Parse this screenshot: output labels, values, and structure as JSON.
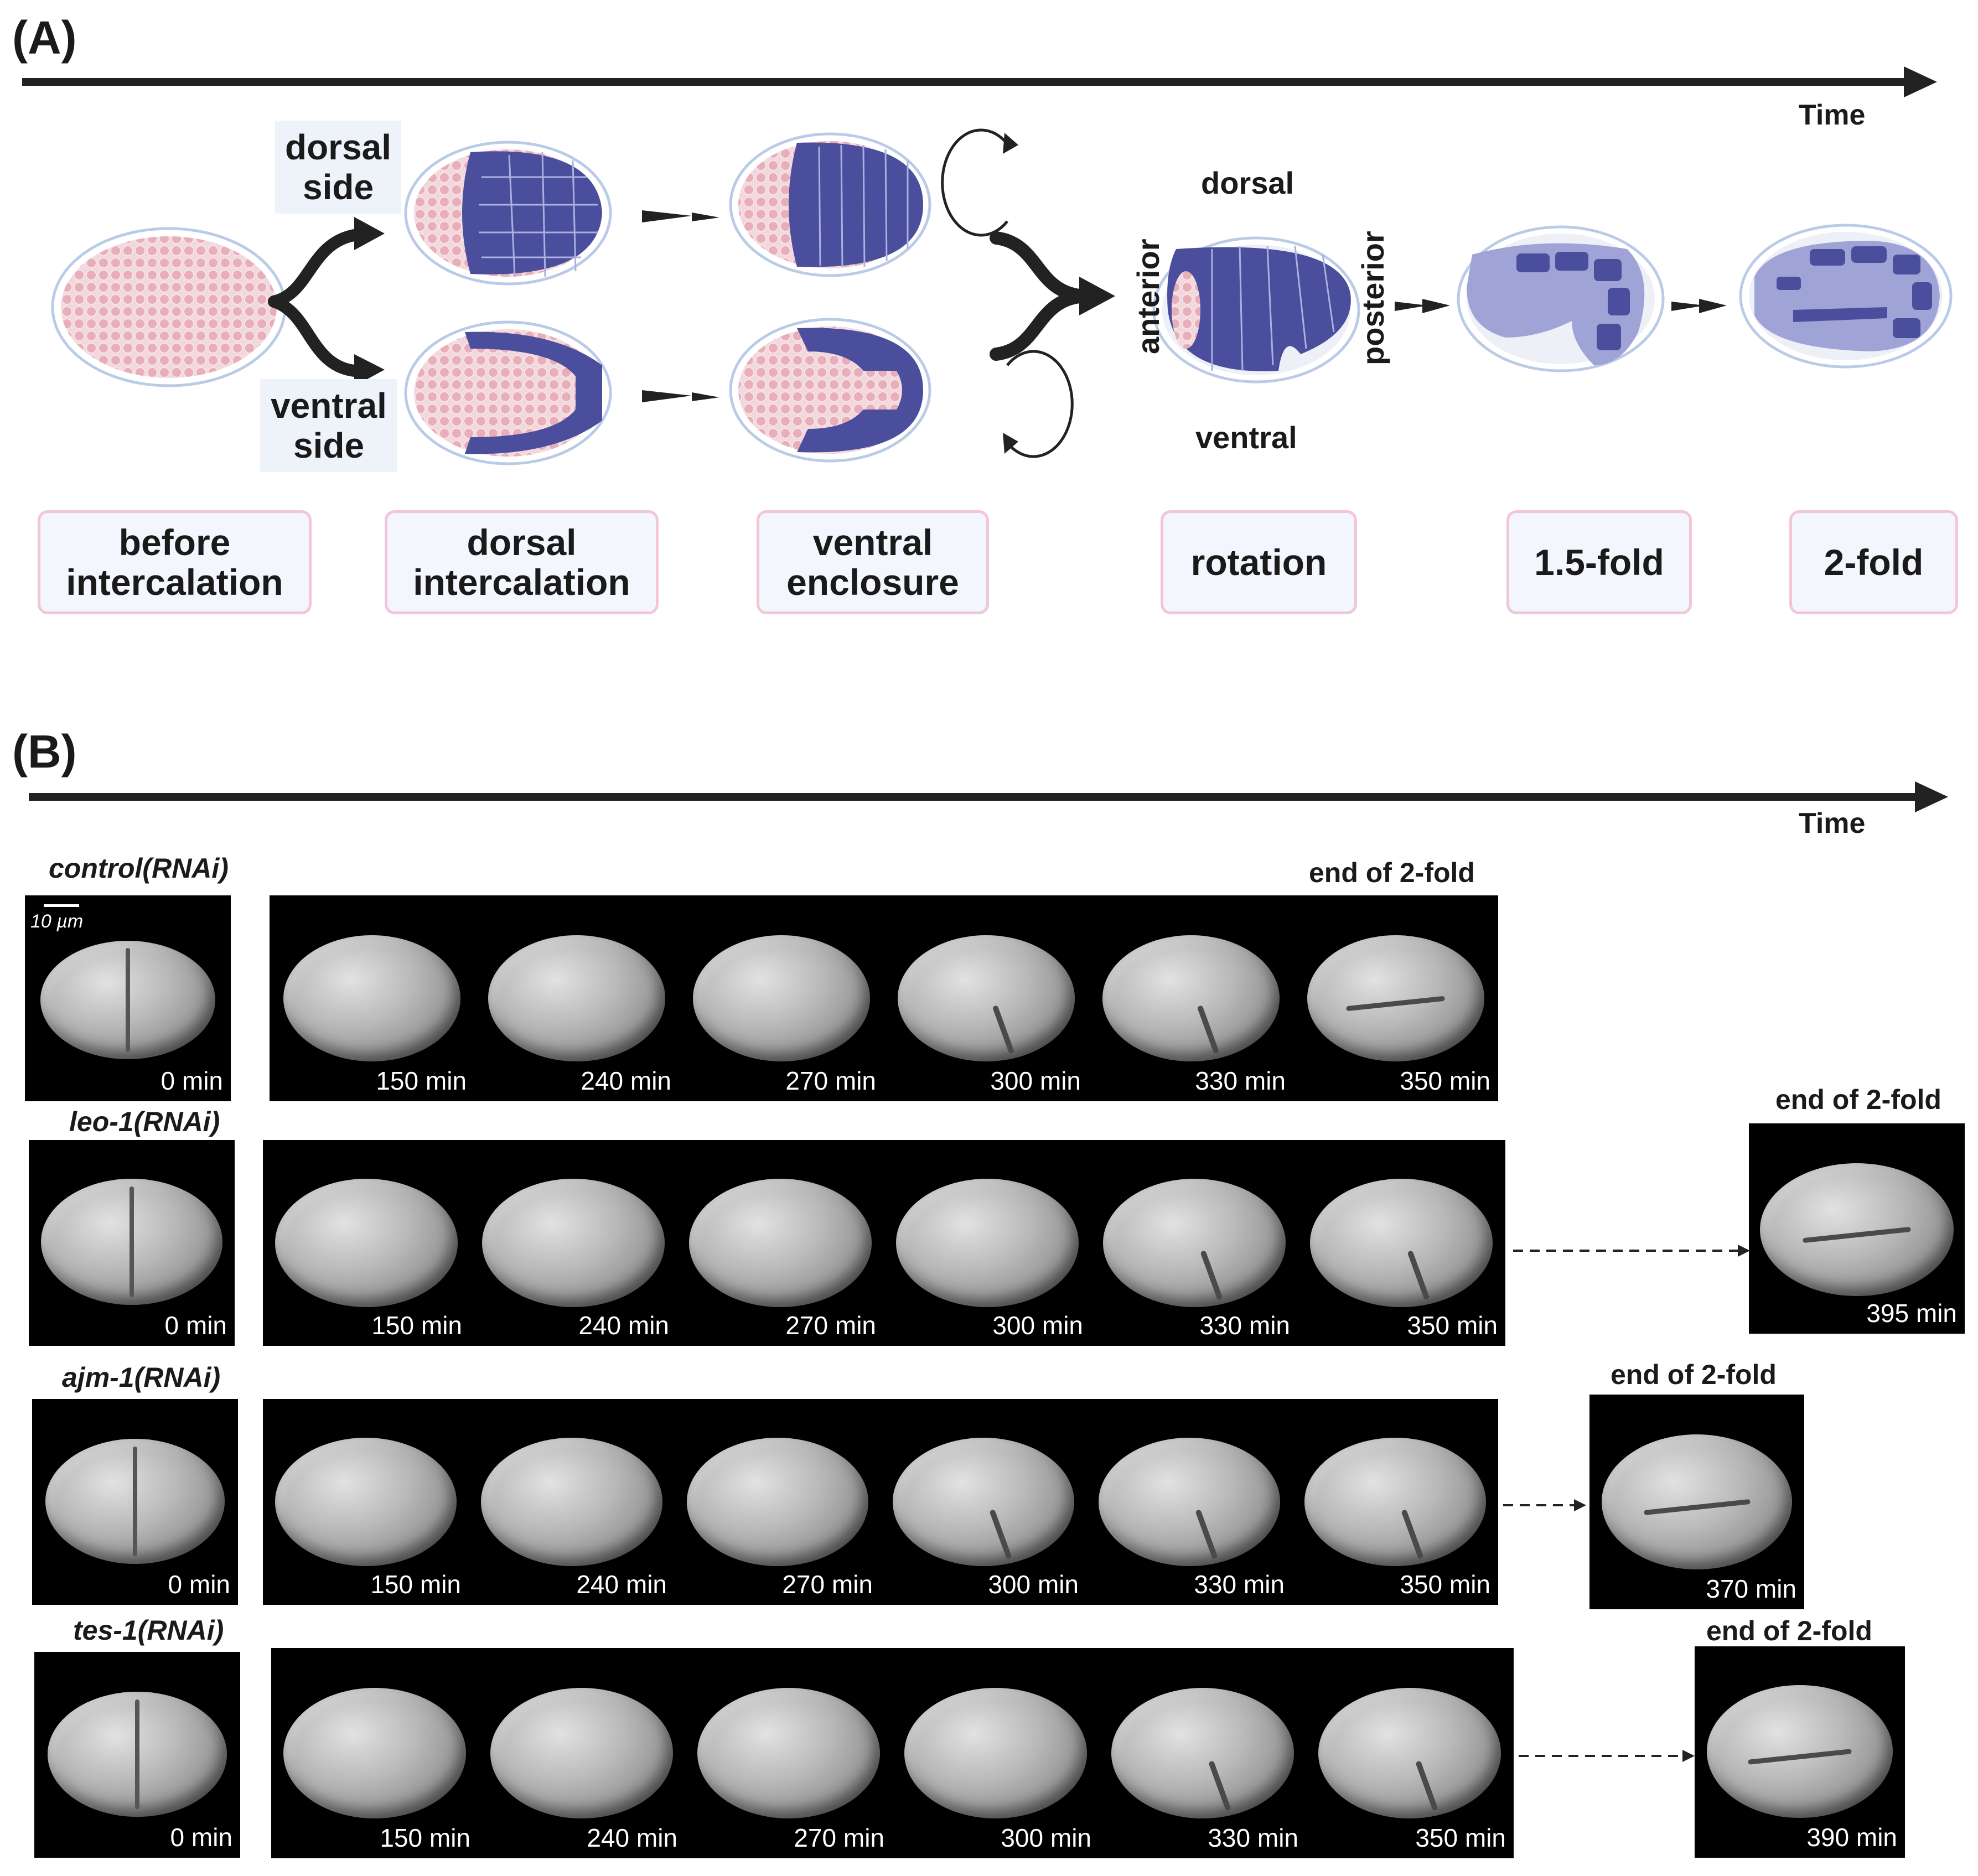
{
  "panelA": {
    "letter": "(A)",
    "time_label": "Time",
    "dorsal_side": [
      "dorsal",
      "side"
    ],
    "ventral_side": [
      "ventral",
      "side"
    ],
    "orientation": {
      "dorsal": "dorsal",
      "ventral": "ventral",
      "anterior": "anterior",
      "posterior": "posterior"
    },
    "stages": [
      [
        "before",
        "intercalation"
      ],
      [
        "dorsal",
        "intercalation"
      ],
      [
        "ventral",
        "enclosure"
      ],
      [
        "rotation"
      ],
      [
        "1.5-fold"
      ],
      [
        "2-fold"
      ]
    ],
    "colors": {
      "cells_pink": "#e9b3bd",
      "epidermis_blue": "#4b4e9c",
      "light_blue": "#9fa3d6",
      "eggshell": "#c9d9ef"
    }
  },
  "panelB": {
    "letter": "(B)",
    "time_label": "Time",
    "scale_bar": "10 µm",
    "rows": [
      {
        "label": "control(RNAi)",
        "first": "0 min",
        "times": [
          "150 min",
          "240 min",
          "270 min",
          "300 min",
          "330 min",
          "350 min"
        ],
        "end_label": "end of 2-fold"
      },
      {
        "label": "leo-1(RNAi)",
        "first": "0 min",
        "times": [
          "150 min",
          "240 min",
          "270 min",
          "300 min",
          "330 min",
          "350 min"
        ],
        "end_label": "end of 2-fold",
        "end_time": "395 min"
      },
      {
        "label": "ajm-1(RNAi)",
        "first": "0 min",
        "times": [
          "150 min",
          "240 min",
          "270 min",
          "300 min",
          "330 min",
          "350 min"
        ],
        "end_label": "end of 2-fold",
        "end_time": "370 min"
      },
      {
        "label": "tes-1(RNAi)",
        "first": "0 min",
        "times": [
          "150 min",
          "240 min",
          "270 min",
          "300 min",
          "330 min",
          "350 min"
        ],
        "end_label": "end of 2-fold",
        "end_time": "390 min"
      }
    ]
  }
}
